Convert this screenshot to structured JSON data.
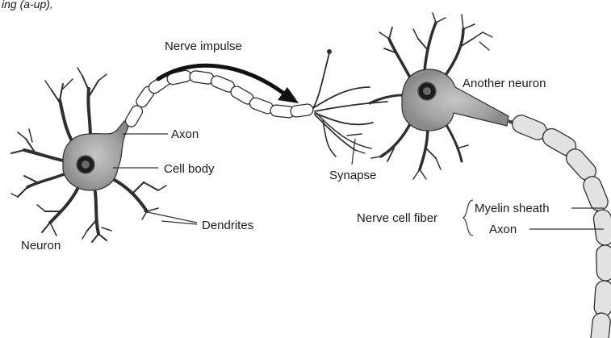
{
  "header_fragment": "ing (a-up),",
  "labels": {
    "nerve_impulse": "Nerve impulse",
    "another_neuron": "Another neuron",
    "axon_top": "Axon",
    "cell_body": "Cell body",
    "synapse": "Synapse",
    "dendrites": "Dendrites",
    "neuron": "Neuron",
    "myelin_sheath": "Myelin sheath",
    "nerve_cell_fiber": "Nerve cell fiber",
    "axon_fiber": "Axon"
  },
  "colors": {
    "ink": "#2e2e2e",
    "cell_fill": "#a9a9a9",
    "nucleus": "#1c1c1c",
    "myelin_fill": "#e2e2e2"
  }
}
